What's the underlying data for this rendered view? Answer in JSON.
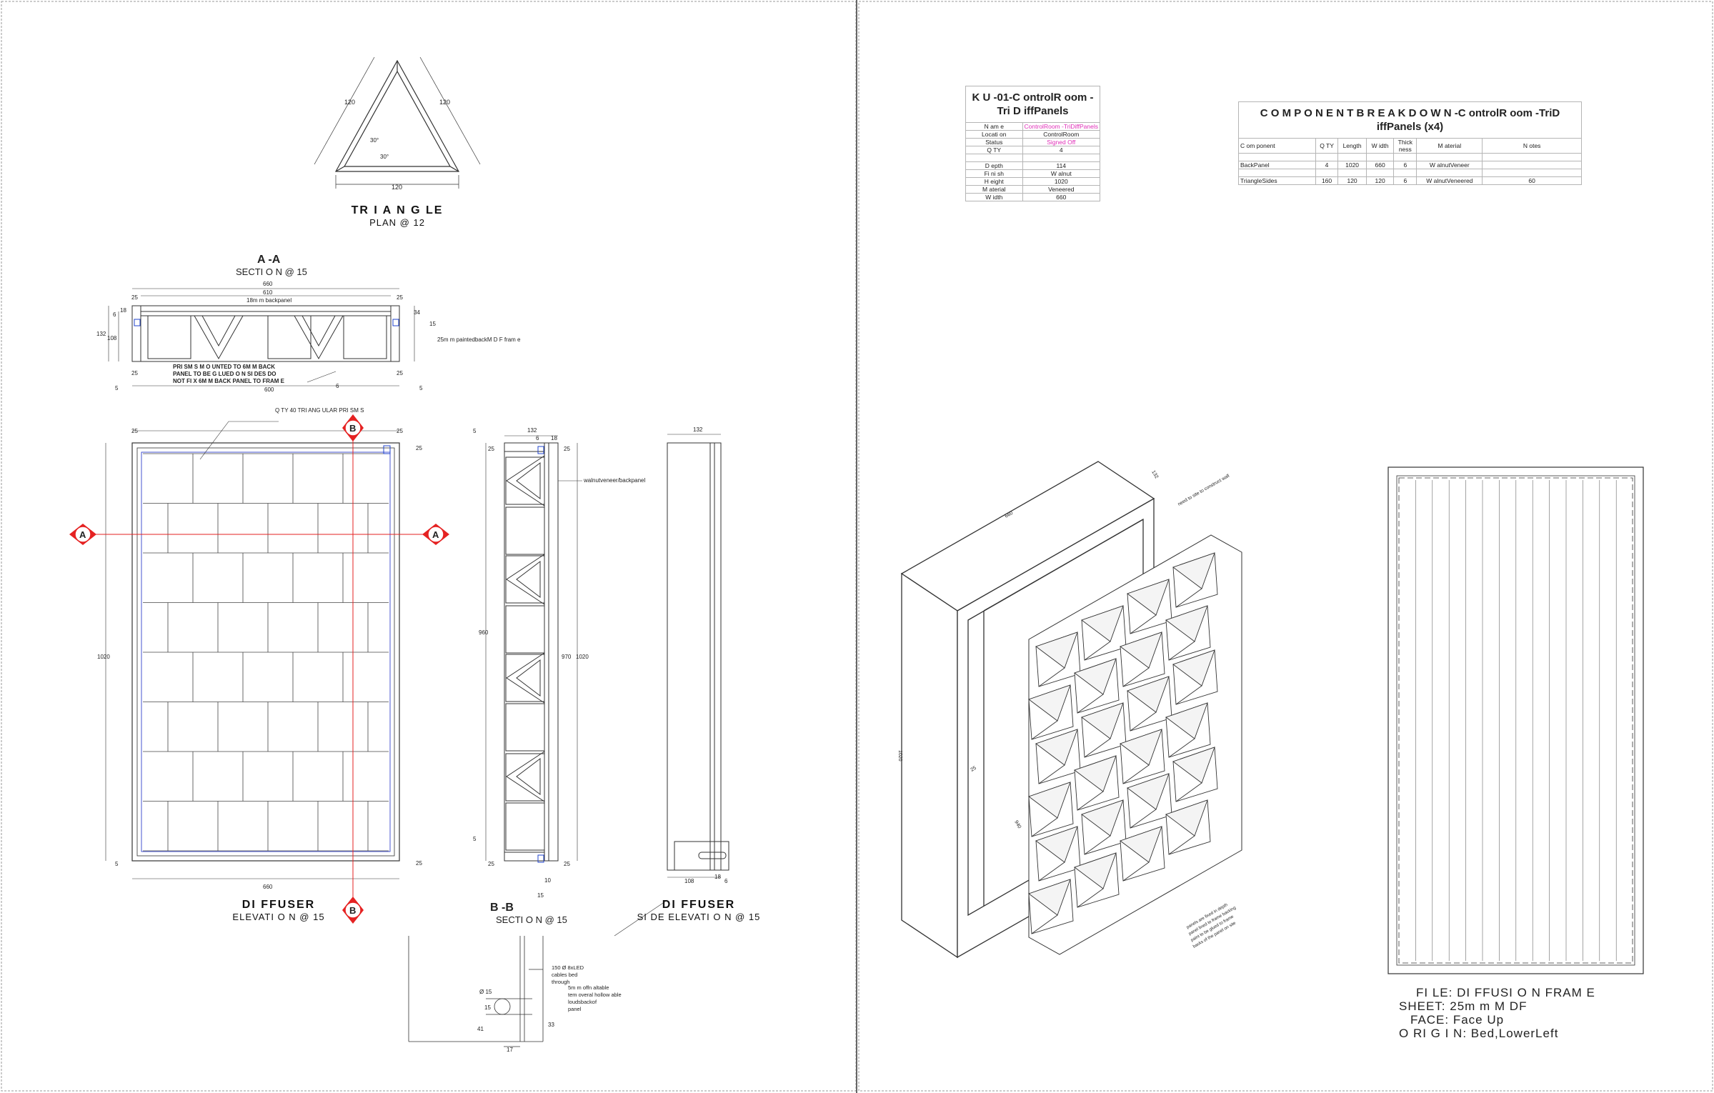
{
  "triangle": {
    "dim_left": "120",
    "dim_right": "120",
    "dim_bottom": "120",
    "angle_1": "30°",
    "angle_2": "30°",
    "title": "TR I A N G LE",
    "subtitle": "PLAN @     12"
  },
  "section_aa": {
    "marker": "A -A",
    "subtitle": "SECTI O N @      15",
    "dims": [
      "660",
      "610",
      "18m m backpanel",
      "25",
      "25",
      "18",
      "34",
      "6",
      "132",
      "108",
      "15",
      "25",
      "25",
      "600",
      "5",
      "5",
      "6"
    ],
    "side_note": "25m m paintedbackM D F fram e",
    "note_lines": [
      "PRI SM S M O UNTED TO 6M M BACK",
      "PANEL TO BE G LUED O N SI DES DO",
      "NOT FI X 6M M BACK PANEL TO FRAM E"
    ]
  },
  "diffuser_elevation": {
    "title": "DI FFUSER",
    "subtitle": "ELEVATI O N @    15",
    "callout": "Q TY 40 TRI ANG ULAR PRI SM S",
    "dims": {
      "top_left": "25",
      "top_right": "25",
      "right_inner": "25",
      "height": "1020",
      "bottom_right": "25",
      "width": "660",
      "bottom_left": "5"
    },
    "marker_a": "A",
    "marker_b": "B"
  },
  "section_bb": {
    "title": "B -B",
    "subtitle": "SECTI O N @       15",
    "dims": [
      "132",
      "6",
      "18",
      "5",
      "25",
      "25",
      "960",
      "970",
      "1020",
      "5",
      "25",
      "25",
      "10",
      "15"
    ],
    "note": "walnutveneer/backpanel"
  },
  "detail": {
    "dims": [
      "Ø 15",
      "15",
      "41",
      "17",
      "33"
    ],
    "notes": [
      "150 Ø  8xLED",
      "cables bed",
      "through",
      "5m m offn altable",
      "tem overal hollow able",
      "loudsbackof",
      "panel"
    ]
  },
  "side_elevation": {
    "title": "DI FFUSER",
    "subtitle": "SI DE ELEVATI O N @      15",
    "dims": [
      "132",
      "108",
      "18",
      "6"
    ]
  },
  "info_table": {
    "heading": "K U -01-C ontrolR oom  -Tri D iffPanels",
    "rows": [
      {
        "k": "N am e",
        "v": "ControlRoom -TriDiffPanels",
        "pink": true
      },
      {
        "k": "Locati on",
        "v": "ControlRoom",
        "pink": false
      },
      {
        "k": "Status",
        "v": "Signed Off",
        "pink": true
      },
      {
        "k": "Q TY",
        "v": "4",
        "pink": false
      },
      {
        "k": "",
        "v": "",
        "pink": false
      },
      {
        "k": "D epth",
        "v": "114",
        "pink": false
      },
      {
        "k": "Fi ni sh",
        "v": "W alnut",
        "pink": false
      },
      {
        "k": "H eight",
        "v": "1020",
        "pink": false
      },
      {
        "k": "M aterial",
        "v": "Veneered",
        "pink": false
      },
      {
        "k": "W idth",
        "v": "660",
        "pink": false
      }
    ]
  },
  "component_table": {
    "heading": "C O M P O N E N T B R E A K D O W N -C ontrolR oom  -TriD iffPanels (x4)",
    "columns": [
      "C om ponent",
      "Q TY",
      "Length",
      "W idth",
      "Thick ness",
      "M aterial",
      "N otes"
    ],
    "rows": [
      [
        "",
        "",
        "",
        "",
        "",
        "",
        ""
      ],
      [
        "BackPanel",
        "4",
        "1020",
        "660",
        "6",
        "W alnutVeneer",
        ""
      ],
      [
        "",
        "",
        "",
        "",
        "",
        "",
        ""
      ],
      [
        "TriangleSides",
        "160",
        "120",
        "120",
        "6",
        "W alnutVeneered",
        "60"
      ]
    ]
  },
  "isometric": {
    "labels": [
      "660",
      "132",
      "need to site to construct wall",
      "1020",
      "25",
      "940",
      "panels are fixed in depth",
      "panel lined to frame backing",
      "paint to be glued to frame",
      "backs of the panel on site"
    ]
  },
  "file_note": {
    "lines": [
      "FI LE: DI FFUSI O N FRAM E",
      "SHEET: 25m m M DF",
      "FACE: Face Up",
      "O RI G I N: Bed,LowerLeft"
    ]
  }
}
